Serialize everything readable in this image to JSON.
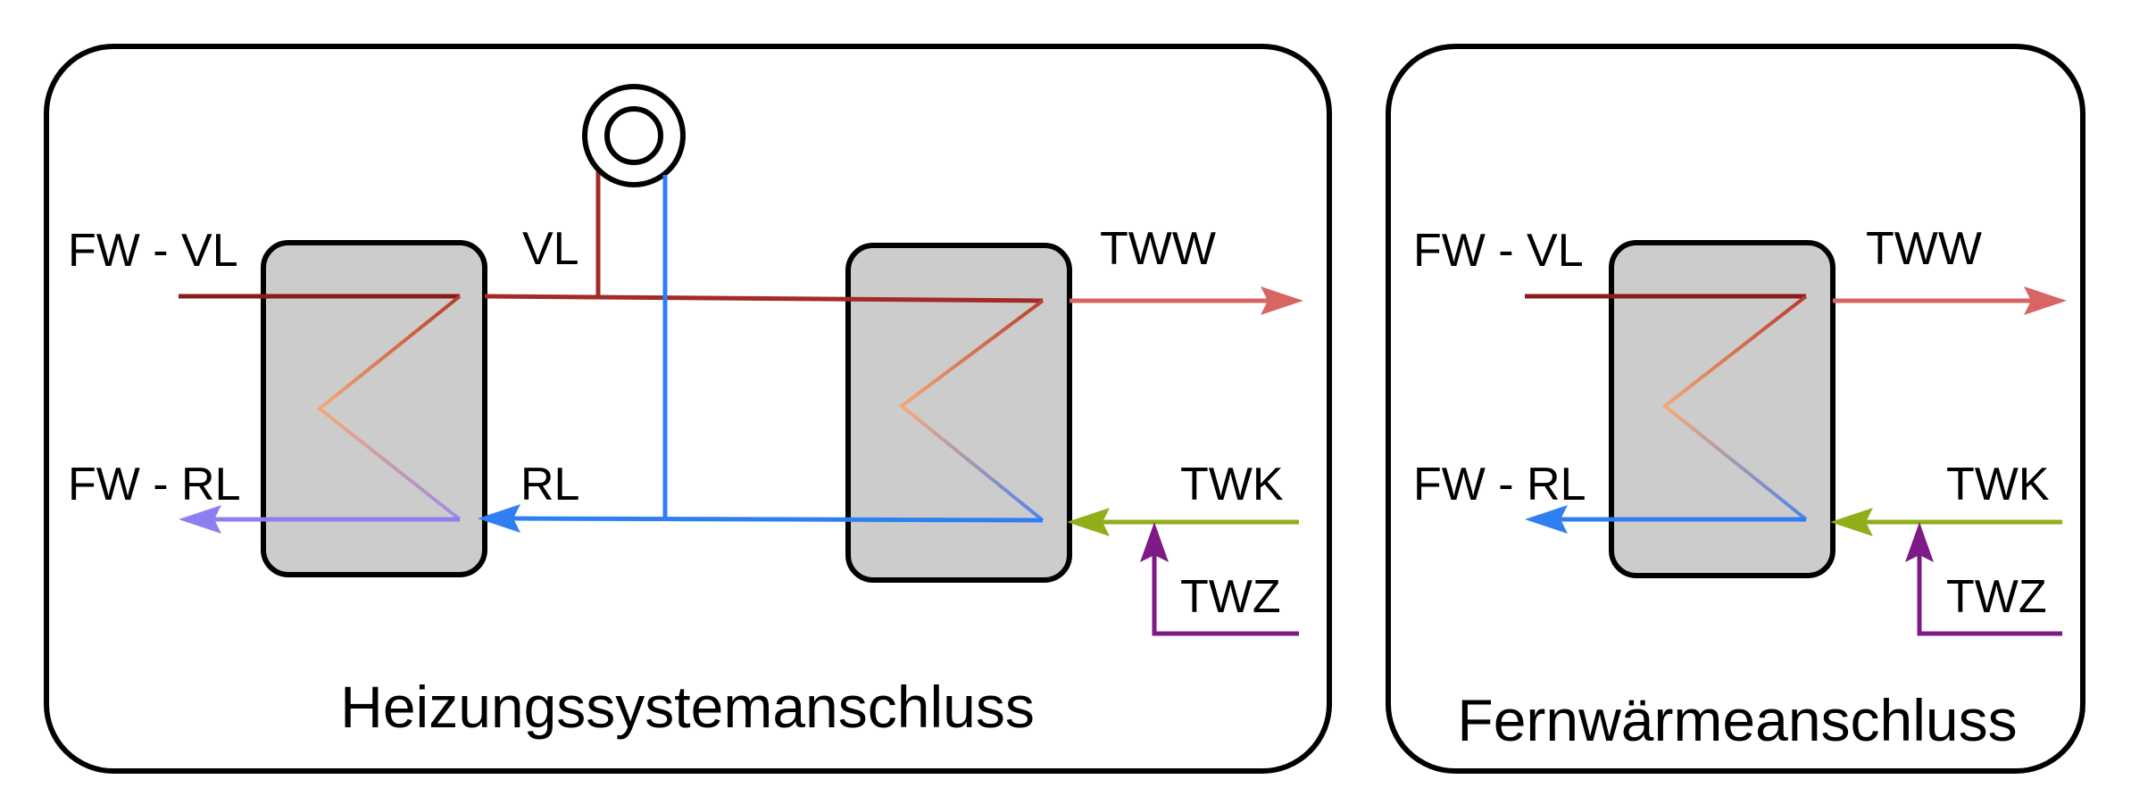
{
  "colors": {
    "fw_vl": "#8b1a1a",
    "fw_rl": "#8c80f0",
    "return_blue": "#2f7ff2",
    "tww": "#d86464",
    "twk": "#8fae1a",
    "twz": "#7e1a86",
    "coil_hot": "#b83a2a",
    "coil_mid": "#f4a878",
    "coil_cold_fw": "#9c8ae8",
    "coil_cold_tw": "#4a84f0",
    "exchanger_fill": "#cccccc"
  },
  "panels": [
    {
      "id": "heating",
      "title": "Heizungssystemanschluss",
      "labels": {
        "fw_vl": "FW - VL",
        "fw_rl": "FW - RL",
        "vl": "VL",
        "rl": "RL",
        "tww": "TWW",
        "twk": "TWK",
        "twz": "TWZ"
      },
      "icons": [
        "pump-icon"
      ]
    },
    {
      "id": "district",
      "title": "Fernwärmeanschluss",
      "labels": {
        "fw_vl": "FW - VL",
        "fw_rl": "FW - RL",
        "tww": "TWW",
        "twk": "TWK",
        "twz": "TWZ"
      }
    }
  ]
}
